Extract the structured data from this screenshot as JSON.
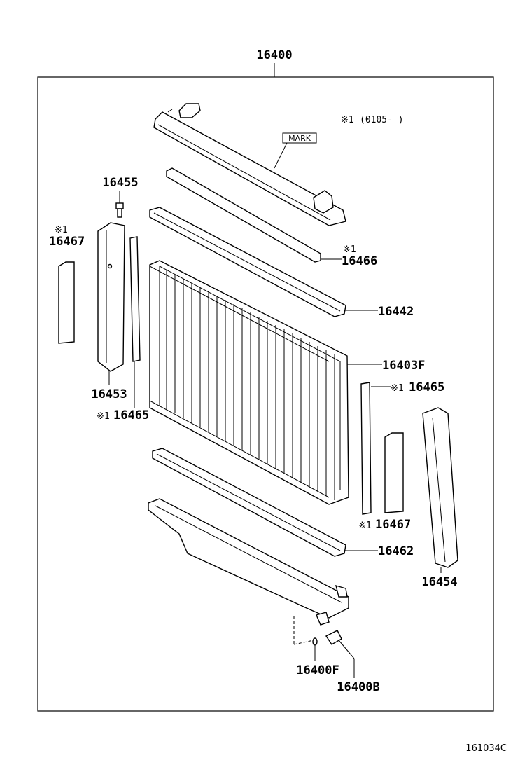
{
  "assembly_number": "16400",
  "figure_id": "161034C",
  "note": {
    "mark": "※1",
    "text": "(0105-    )"
  },
  "mark_label": "MARK",
  "labels": [
    {
      "id": "16455",
      "mark": ""
    },
    {
      "id": "16467",
      "mark": "※1"
    },
    {
      "id": "16453",
      "mark": ""
    },
    {
      "id": "16465",
      "mark": "※1"
    },
    {
      "id": "16466",
      "mark": "※1"
    },
    {
      "id": "16442",
      "mark": ""
    },
    {
      "id": "16403F",
      "mark": ""
    },
    {
      "id": "16465",
      "mark": "※1"
    },
    {
      "id": "16467",
      "mark": "※1"
    },
    {
      "id": "16462",
      "mark": ""
    },
    {
      "id": "16454",
      "mark": ""
    },
    {
      "id": "16400F",
      "mark": ""
    },
    {
      "id": "16400B",
      "mark": ""
    }
  ]
}
